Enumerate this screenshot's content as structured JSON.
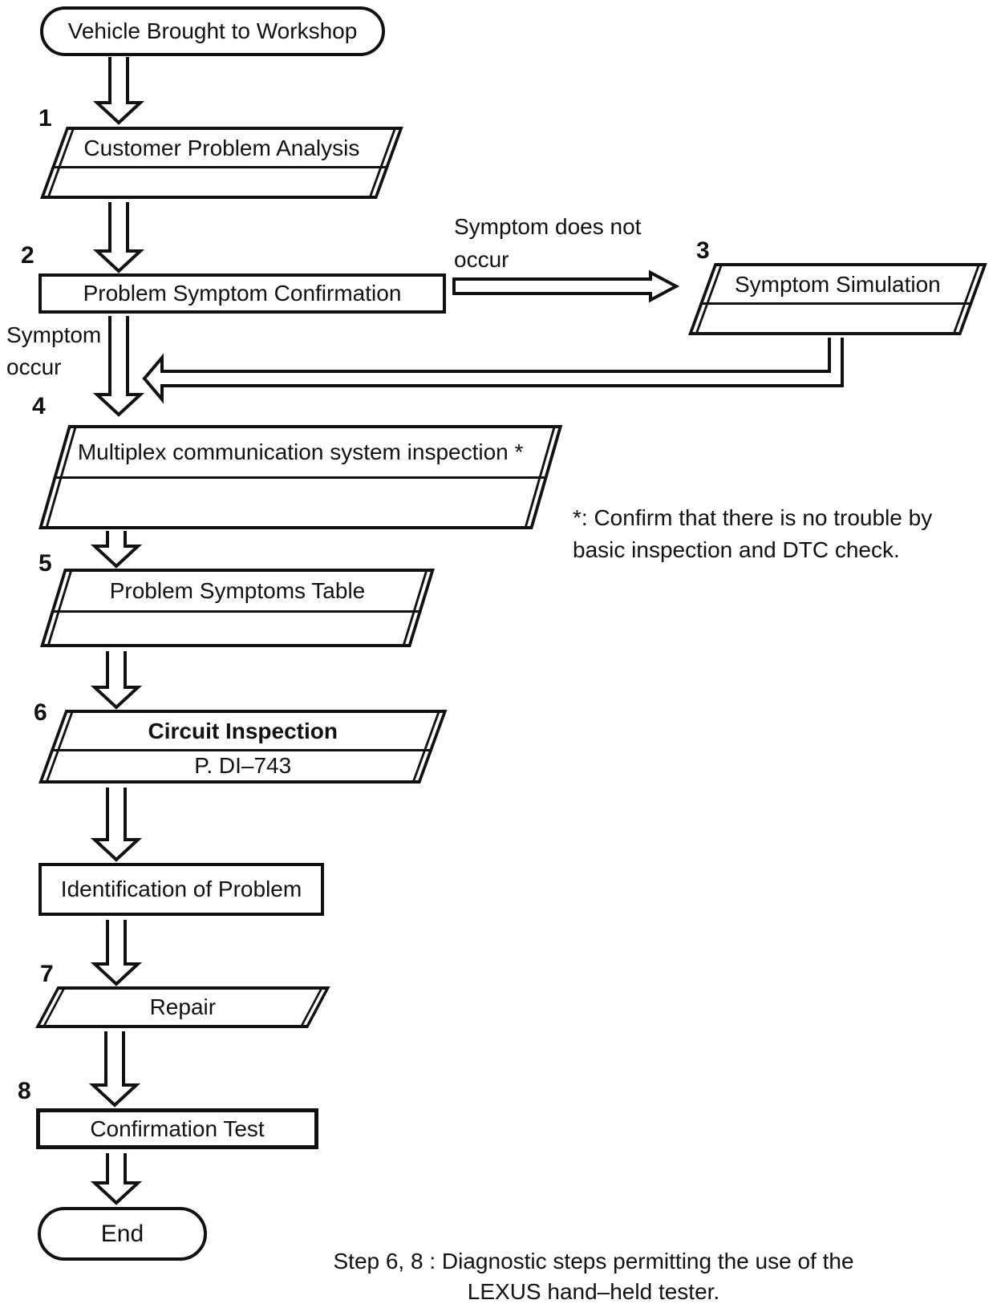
{
  "nodes": {
    "start": {
      "label": "Vehicle Brought to Workshop"
    },
    "step1": {
      "number": "1",
      "label": "Customer Problem Analysis"
    },
    "step2": {
      "number": "2",
      "label": "Problem Symptom Confirmation"
    },
    "step3": {
      "number": "3",
      "label": "Symptom Simulation"
    },
    "step4": {
      "number": "4",
      "label": "Multiplex communication system inspection *"
    },
    "step5": {
      "number": "5",
      "label": "Problem Symptoms Table"
    },
    "step6": {
      "number": "6",
      "label": "Circuit Inspection",
      "reference": "P. DI–743"
    },
    "identification": {
      "label": "Identification of Problem"
    },
    "step7": {
      "number": "7",
      "label": "Repair"
    },
    "step8": {
      "number": "8",
      "label": "Confirmation Test"
    },
    "end": {
      "label": "End"
    }
  },
  "edge_labels": {
    "symptom_does_not_occur": {
      "line1": "Symptom does not",
      "line2": "occur"
    },
    "symptom_occur": {
      "line1": "Symptom",
      "line2": "occur"
    }
  },
  "footnote": {
    "line1": "*: Confirm that there is no trouble by",
    "line2": "basic inspection and DTC check."
  },
  "caption": {
    "line1": "Step 6, 8 : Diagnostic steps permitting the use of the",
    "line2": "LEXUS hand–held tester."
  },
  "colors": {
    "ink": "#111111",
    "paper": "#ffffff"
  }
}
